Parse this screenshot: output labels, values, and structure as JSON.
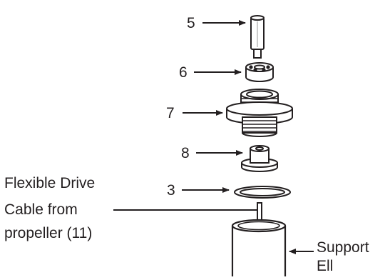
{
  "callouts": {
    "part5": "5",
    "part6": "6",
    "part7": "7",
    "part8": "8",
    "part3": "3"
  },
  "cable_label": {
    "line1": "Flexible Drive",
    "line2": "Cable from",
    "line3": "propeller (11)"
  },
  "support_label": {
    "line1": "Support",
    "line2": "Ell"
  },
  "colors": {
    "ink": "#231f20",
    "paper": "#ffffff",
    "shade": "#9a9a9a"
  }
}
